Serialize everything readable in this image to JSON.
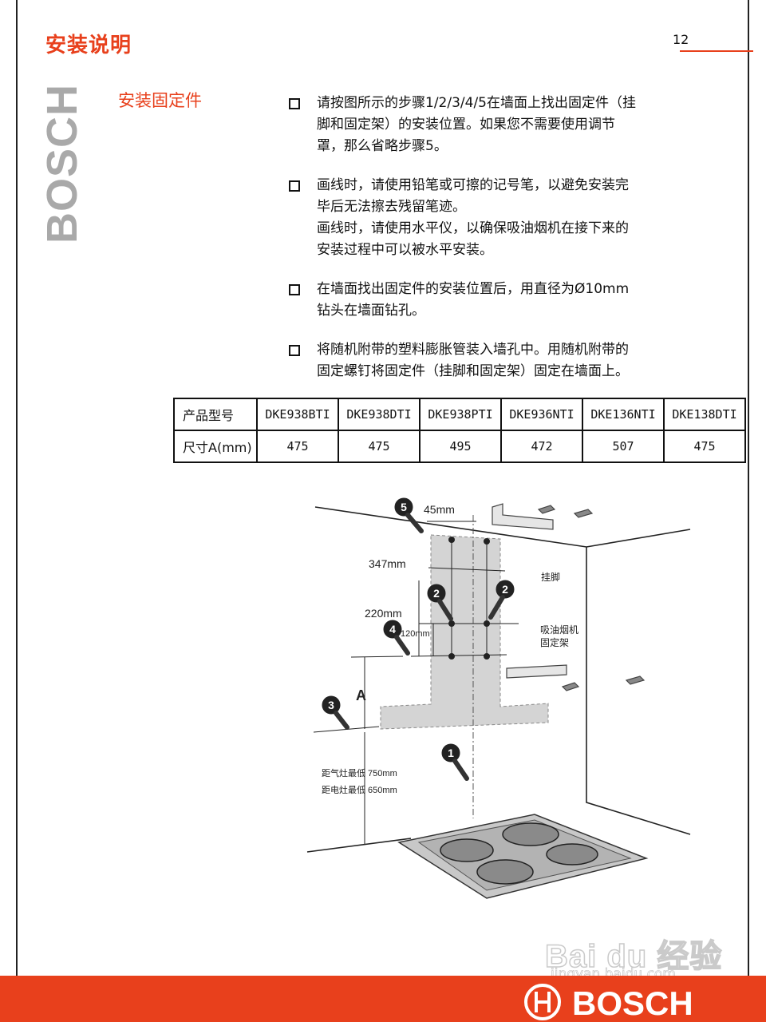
{
  "header": {
    "title": "安装说明",
    "page_number": "12"
  },
  "side_brand": "BOSCH",
  "section": {
    "title": "安装固定件",
    "bullets": [
      {
        "lines": [
          "请按图所示的步骤1/2/3/4/5在墙面上找出固定件（挂",
          "脚和固定架）的安装位置。如果您不需要使用调节",
          "罩，那么省略步骤5。"
        ]
      },
      {
        "lines": [
          "画线时，请使用铅笔或可擦的记号笔，以避免安装完",
          "毕后无法擦去残留笔迹。",
          "画线时，请使用水平仪，以确保吸油烟机在接下来的",
          "安装过程中可以被水平安装。"
        ]
      },
      {
        "lines": [
          "在墙面找出固定件的安装位置后，用直径为Ø10mm",
          "钻头在墙面钻孔。"
        ]
      },
      {
        "lines": [
          "将随机附带的塑料膨胀管装入墙孔中。用随机附带的",
          "固定螺钉将固定件（挂脚和固定架）固定在墙面上。"
        ]
      }
    ]
  },
  "spec_table": {
    "row_headers": [
      "产品型号",
      "尺寸A(mm)"
    ],
    "models": [
      "DKE938BTI",
      "DKE938DTI",
      "DKE938PTI",
      "DKE936NTI",
      "DKE136NTI",
      "DKE138DTI"
    ],
    "dimensions": [
      "475",
      "475",
      "495",
      "472",
      "507",
      "475"
    ]
  },
  "diagram": {
    "labels": {
      "dim_45": "45mm",
      "dim_347": "347mm",
      "dim_220": "220mm",
      "dim_120": "120mm",
      "dim_A": "A",
      "wall_hook": "挂脚",
      "bracket_line1": "吸油烟机",
      "bracket_line2": "固定架",
      "clearance_gas": "距气灶最低 750mm",
      "clearance_electric": "距电灶最低 650mm"
    },
    "steps": [
      "1",
      "2",
      "2",
      "3",
      "4",
      "5"
    ]
  },
  "footer": {
    "logo_text": "BOSCH"
  },
  "watermark": {
    "main": "Bai du 经验",
    "sub": "jingyan.baidu.com"
  },
  "colors": {
    "accent": "#e8401c",
    "brand_gray": "#a9a9a9"
  }
}
